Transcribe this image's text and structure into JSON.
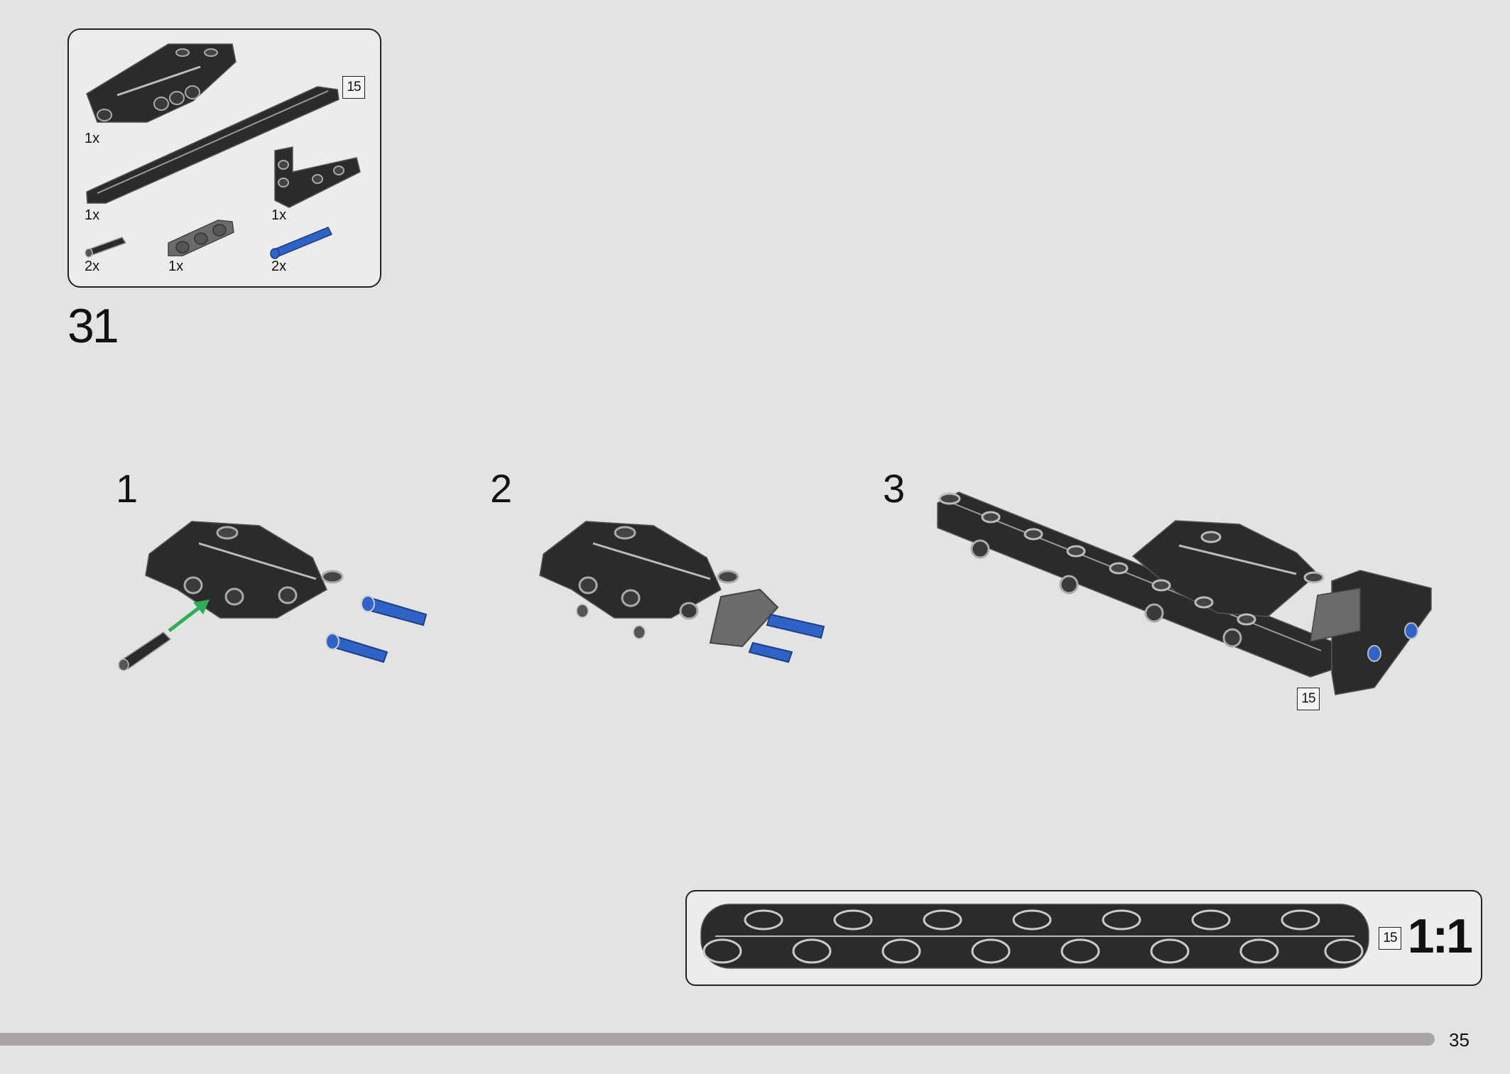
{
  "step": {
    "number": "31"
  },
  "parts_list": {
    "items": [
      {
        "name": "black-frame-part",
        "qty": "1x"
      },
      {
        "name": "black-beam-15",
        "qty": "1x"
      },
      {
        "name": "black-angled-beam",
        "qty": "1x"
      },
      {
        "name": "black-friction-pin",
        "qty": "2x"
      },
      {
        "name": "grey-beam-3",
        "qty": "1x"
      },
      {
        "name": "blue-axle-pin",
        "qty": "2x"
      }
    ],
    "length_badge": "15"
  },
  "substeps": [
    {
      "number": "1"
    },
    {
      "number": "2"
    },
    {
      "number": "3",
      "length_badge": "15"
    }
  ],
  "scale_callout": {
    "length_badge": "15",
    "scale_text": "1:1"
  },
  "footer": {
    "page_number": "35",
    "progress": 0.95
  },
  "colors": {
    "background": "#e3e3e3",
    "part_black": "#2b2b2b",
    "part_blue": "#2f63c8",
    "arrow_green": "#2fae58",
    "progress": "#aaa6a2"
  }
}
